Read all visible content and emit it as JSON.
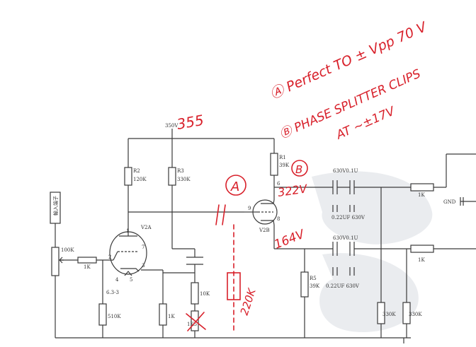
{
  "labels": {
    "v350": "350V",
    "r2": "R2",
    "r2_val": "120K",
    "r3": "R3",
    "r3_val": "330K",
    "r1": "R1",
    "r1_val": "39K",
    "v2a": "V2A",
    "v2b": "V2B",
    "pot": "100K",
    "input_text": "輸入端子",
    "r_in": "1K",
    "r_510k": "510K",
    "r_1k_cath": "1K",
    "r_10k": "10K",
    "r_1k5": "1K5",
    "r5": "R5",
    "r5_val": "39K",
    "cap_top": "630V0.1U",
    "cap_top_sub": "0.22UF 630V",
    "cap_bot": "630V0.1U",
    "cap_bot_sub": "0.22UF 630V",
    "r_out_top": "1K",
    "r_out_bot": "1K",
    "r_330k_a": "330K",
    "r_330k_b": "330K",
    "gnd": "GND",
    "heater": "6.3-3",
    "pin1": "1",
    "pin2": "2",
    "pin3": "3",
    "pin4": "4",
    "pin5": "5",
    "pin6": "6",
    "pin7": "7",
    "pin8": "8",
    "pin9": "9"
  },
  "annotations": {
    "v355": "355",
    "circle_a": "A",
    "circle_b": "B",
    "v322": "322V",
    "v164": "164V",
    "r220k": "220K",
    "note_a": "Ⓐ Perfect TO ± Vpp 70 V",
    "note_b": "Ⓑ PHASE SPLITTER CLIPS",
    "note_b2": "AT ~±17V"
  }
}
